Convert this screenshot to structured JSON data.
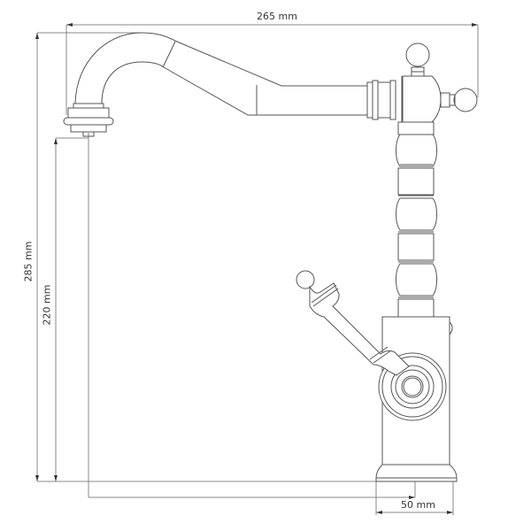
{
  "drawing": {
    "subject": "kitchen faucet technical drawing",
    "dimensions": {
      "width_label": "265 mm",
      "height_total_label": "285 mm",
      "spout_height_label": "220 mm",
      "reach_label": "50 mm"
    },
    "colors": {
      "line": "#555555",
      "dimension_line": "#888888",
      "text": "#333333",
      "background": "#ffffff"
    }
  }
}
